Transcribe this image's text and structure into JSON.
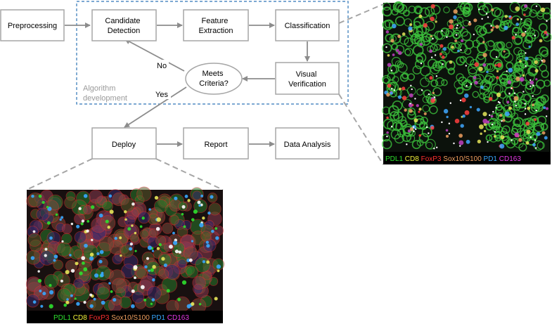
{
  "nodes": {
    "preprocessing": "Preprocessing",
    "candidate_detection": [
      "Candidate",
      "Detection"
    ],
    "feature_extraction": [
      "Feature",
      "Extraction"
    ],
    "classification": "Classification",
    "visual_verification": [
      "Visual",
      "Verification"
    ],
    "meets_criteria": [
      "Meets",
      "Criteria?"
    ],
    "deploy": "Deploy",
    "report": "Report",
    "data_analysis": "Data Analysis"
  },
  "edges": {
    "no_label": "No",
    "yes_label": "Yes"
  },
  "region": {
    "label": [
      "Algorithm",
      "development"
    ]
  },
  "legend_markers": [
    {
      "text": "PDL1",
      "color": "#2ee02e"
    },
    {
      "text": "CD8",
      "color": "#f2f23a"
    },
    {
      "text": "FoxP3",
      "color": "#ff3030"
    },
    {
      "text": "Sox10/S100",
      "color": "#f0a060"
    },
    {
      "text": "PD1",
      "color": "#38a8ff"
    },
    {
      "text": "CD163",
      "color": "#e83ae8"
    }
  ],
  "colors": {
    "box_border": "#a6a6a6",
    "arrow": "#8c8c8c",
    "dashed_region": "#2e75b6",
    "callout_line": "#a6a6a6"
  }
}
